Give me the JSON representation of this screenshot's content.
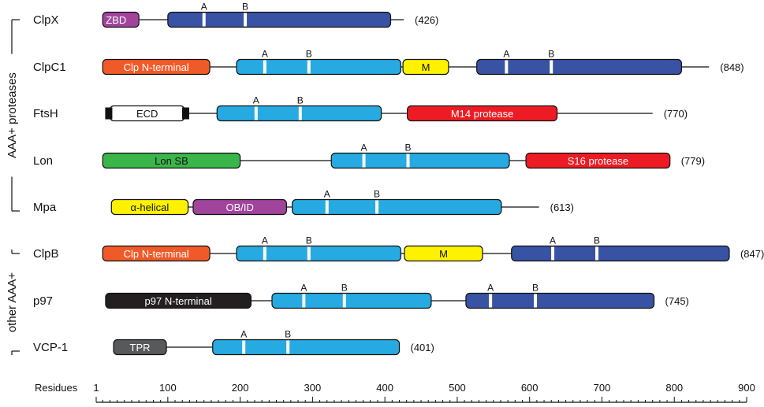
{
  "chart_data": {
    "type": "domain-architecture",
    "xlabel": "Residues",
    "xticks": [
      1,
      100,
      200,
      300,
      400,
      500,
      600,
      700,
      800,
      900
    ],
    "xlim": [
      1,
      900
    ],
    "minor_tick_step": 10,
    "groups": [
      {
        "label": "AAA+ proteases",
        "proteins": [
          "ClpX",
          "ClpC1",
          "FtsH",
          "Lon",
          "Mpa"
        ]
      },
      {
        "label": "other AAA+",
        "proteins": [
          "ClpB",
          "p97",
          "VCP-1"
        ]
      }
    ],
    "proteins": [
      {
        "name": "ClpX",
        "length": 426,
        "length_label": "(426)",
        "domains": [
          {
            "label": "ZBD",
            "start": 10,
            "end": 60,
            "color": "#a0449c",
            "text_color": "#ffffff"
          },
          {
            "label": "",
            "start": 100,
            "end": 408,
            "color": "#3852a4",
            "text_color": "#ffffff",
            "marks": [
              {
                "label": "A",
                "pos": 150
              },
              {
                "label": "B",
                "pos": 207
              }
            ]
          }
        ]
      },
      {
        "name": "ClpC1",
        "length": 848,
        "length_label": "(848)",
        "domains": [
          {
            "label": "Clp N-terminal",
            "start": 10,
            "end": 158,
            "color": "#f05a28",
            "text_color": "#ffffff"
          },
          {
            "label": "",
            "start": 195,
            "end": 422,
            "color": "#27aae1",
            "text_color": "#ffffff",
            "marks": [
              {
                "label": "A",
                "pos": 234
              },
              {
                "label": "B",
                "pos": 295
              }
            ]
          },
          {
            "label": "M",
            "start": 425,
            "end": 488,
            "color": "#fff200",
            "text_color": "#111111"
          },
          {
            "label": "",
            "start": 527,
            "end": 810,
            "color": "#3852a4",
            "text_color": "#ffffff",
            "marks": [
              {
                "label": "A",
                "pos": 568
              },
              {
                "label": "B",
                "pos": 630
              }
            ]
          }
        ]
      },
      {
        "name": "FtsH",
        "length": 770,
        "length_label": "(770)",
        "domains": [
          {
            "label": "ECD",
            "start": 20,
            "end": 123,
            "color": "#ffffff",
            "text_color": "#111111",
            "tm_caps": true
          },
          {
            "label": "",
            "start": 168,
            "end": 395,
            "color": "#27aae1",
            "text_color": "#ffffff",
            "marks": [
              {
                "label": "A",
                "pos": 222
              },
              {
                "label": "B",
                "pos": 283
              }
            ]
          },
          {
            "label": "M14 protease",
            "start": 431,
            "end": 638,
            "color": "#ed1c24",
            "text_color": "#ffffff"
          }
        ]
      },
      {
        "name": "Lon",
        "length": 779,
        "length_label": "(779)",
        "domains": [
          {
            "label": "Lon SB",
            "start": 10,
            "end": 200,
            "color": "#39b54a",
            "text_color": "#111111"
          },
          {
            "label": "",
            "start": 326,
            "end": 572,
            "color": "#27aae1",
            "text_color": "#ffffff",
            "marks": [
              {
                "label": "A",
                "pos": 371
              },
              {
                "label": "B",
                "pos": 432
              }
            ]
          },
          {
            "label": "S16 protease",
            "start": 595,
            "end": 794,
            "color": "#ed1c24",
            "text_color": "#ffffff"
          }
        ]
      },
      {
        "name": "Mpa",
        "length": 613,
        "length_label": "(613)",
        "domains": [
          {
            "label": "α-helical",
            "start": 22,
            "end": 128,
            "color": "#fff200",
            "text_color": "#111111"
          },
          {
            "label": "OB/ID",
            "start": 135,
            "end": 264,
            "color": "#a0449c",
            "text_color": "#ffffff"
          },
          {
            "label": "",
            "start": 272,
            "end": 561,
            "color": "#27aae1",
            "text_color": "#ffffff",
            "marks": [
              {
                "label": "A",
                "pos": 320
              },
              {
                "label": "B",
                "pos": 389
              }
            ]
          }
        ]
      },
      {
        "name": "ClpB",
        "length": 847,
        "length_label": "(847)",
        "domains": [
          {
            "label": "Clp N-terminal",
            "start": 10,
            "end": 158,
            "color": "#f05a28",
            "text_color": "#ffffff"
          },
          {
            "label": "",
            "start": 195,
            "end": 422,
            "color": "#27aae1",
            "text_color": "#ffffff",
            "marks": [
              {
                "label": "A",
                "pos": 234
              },
              {
                "label": "B",
                "pos": 295
              }
            ]
          },
          {
            "label": "M",
            "start": 427,
            "end": 535,
            "color": "#fff200",
            "text_color": "#111111"
          },
          {
            "label": "",
            "start": 575,
            "end": 876,
            "color": "#3852a4",
            "text_color": "#ffffff",
            "marks": [
              {
                "label": "A",
                "pos": 632
              },
              {
                "label": "B",
                "pos": 693
              }
            ]
          }
        ]
      },
      {
        "name": "p97",
        "length": 745,
        "length_label": "(745)",
        "domains": [
          {
            "label": "p97 N-terminal",
            "start": 14,
            "end": 215,
            "color": "#231f20",
            "text_color": "#ffffff"
          },
          {
            "label": "",
            "start": 244,
            "end": 464,
            "color": "#27aae1",
            "text_color": "#ffffff",
            "marks": [
              {
                "label": "A",
                "pos": 288
              },
              {
                "label": "B",
                "pos": 344
              }
            ]
          },
          {
            "label": "",
            "start": 512,
            "end": 772,
            "color": "#3852a4",
            "text_color": "#ffffff",
            "marks": [
              {
                "label": "A",
                "pos": 546
              },
              {
                "label": "B",
                "pos": 608
              }
            ]
          }
        ]
      },
      {
        "name": "VCP-1",
        "length": 401,
        "length_label": "(401)",
        "domains": [
          {
            "label": "TPR",
            "start": 25,
            "end": 98,
            "color": "#58595b",
            "text_color": "#ffffff"
          },
          {
            "label": "",
            "start": 162,
            "end": 420,
            "color": "#27aae1",
            "text_color": "#ffffff",
            "marks": [
              {
                "label": "A",
                "pos": 205
              },
              {
                "label": "B",
                "pos": 266
              }
            ]
          }
        ]
      }
    ]
  }
}
